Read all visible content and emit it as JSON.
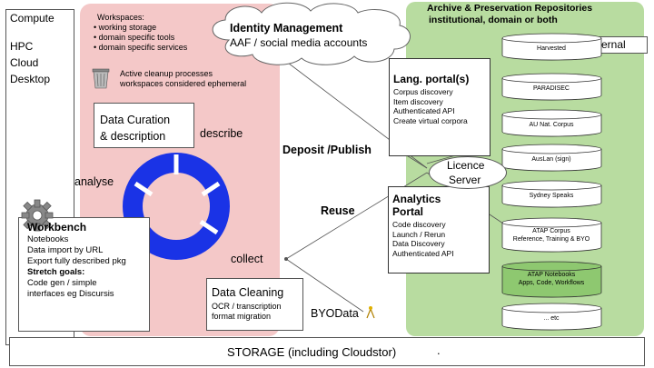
{
  "compute": {
    "title": "Compute",
    "items": [
      "HPC",
      "Cloud",
      "Desktop"
    ]
  },
  "workspaces": {
    "title": "Workspaces:",
    "bullets": [
      "working storage",
      "domain specific tools",
      "domain specific services"
    ],
    "cleanup_lines": [
      "Active cleanup processes",
      "workspaces considered ephemeral"
    ]
  },
  "identity": {
    "title": "Identity Management",
    "subtitle": "AAF / social media accounts"
  },
  "archive": {
    "title_line1": "Archive & Preservation Repositories",
    "title_line2": "institutional, domain or both",
    "external_label": "external",
    "repositories": [
      [
        "Harvested"
      ],
      [
        "PARADISEC"
      ],
      [
        "AU Nat. Corpus"
      ],
      [
        "AusLan (sign)"
      ],
      [
        "Sydney Speaks"
      ],
      [
        "ATAP Corpus",
        "Reference, Training & BYO"
      ],
      [
        "ATAP Notebooks",
        "Apps, Code, Workflows"
      ],
      [
        "... etc"
      ]
    ]
  },
  "lang_portal": {
    "title": "Lang. portal(s)",
    "items": [
      "Corpus discovery",
      "Item discovery",
      "Authenticated API",
      "Create virtual corpora"
    ]
  },
  "analytics_portal": {
    "title_line1": "Analytics",
    "title_line2": "Portal",
    "items": [
      "Code discovery",
      "Launch / Rerun",
      "Data Discovery",
      "Authenticated API"
    ]
  },
  "licence_server": {
    "line1": "Licence",
    "line2": "Server"
  },
  "cycle": {
    "data_curation_line1": "Data Curation",
    "data_curation_line2": "& description",
    "describe": "describe",
    "analyse": "analyse",
    "collect": "collect",
    "deposit": "Deposit /Publish",
    "reuse": "Reuse",
    "byodata": "BYOData"
  },
  "workbench": {
    "title": "Workbench",
    "items": [
      "Notebooks",
      "Data import by URL",
      "Export fully described pkg"
    ],
    "stretch_title": "Stretch goals:",
    "stretch_items": [
      "Code gen / simple",
      "interfaces eg Discursis"
    ]
  },
  "data_cleaning": {
    "title": "Data Cleaning",
    "items": [
      "OCR / transcription",
      "format migration"
    ]
  },
  "storage": {
    "label": "STORAGE (including Cloudstor)",
    "dot": "."
  },
  "colors": {
    "workspace_bg": "#f4c8c8",
    "archive_bg": "#b8dca0",
    "repo_fill": "#ffffff",
    "repo_highlight": "#8ec870",
    "ring": "#1a33e6"
  }
}
